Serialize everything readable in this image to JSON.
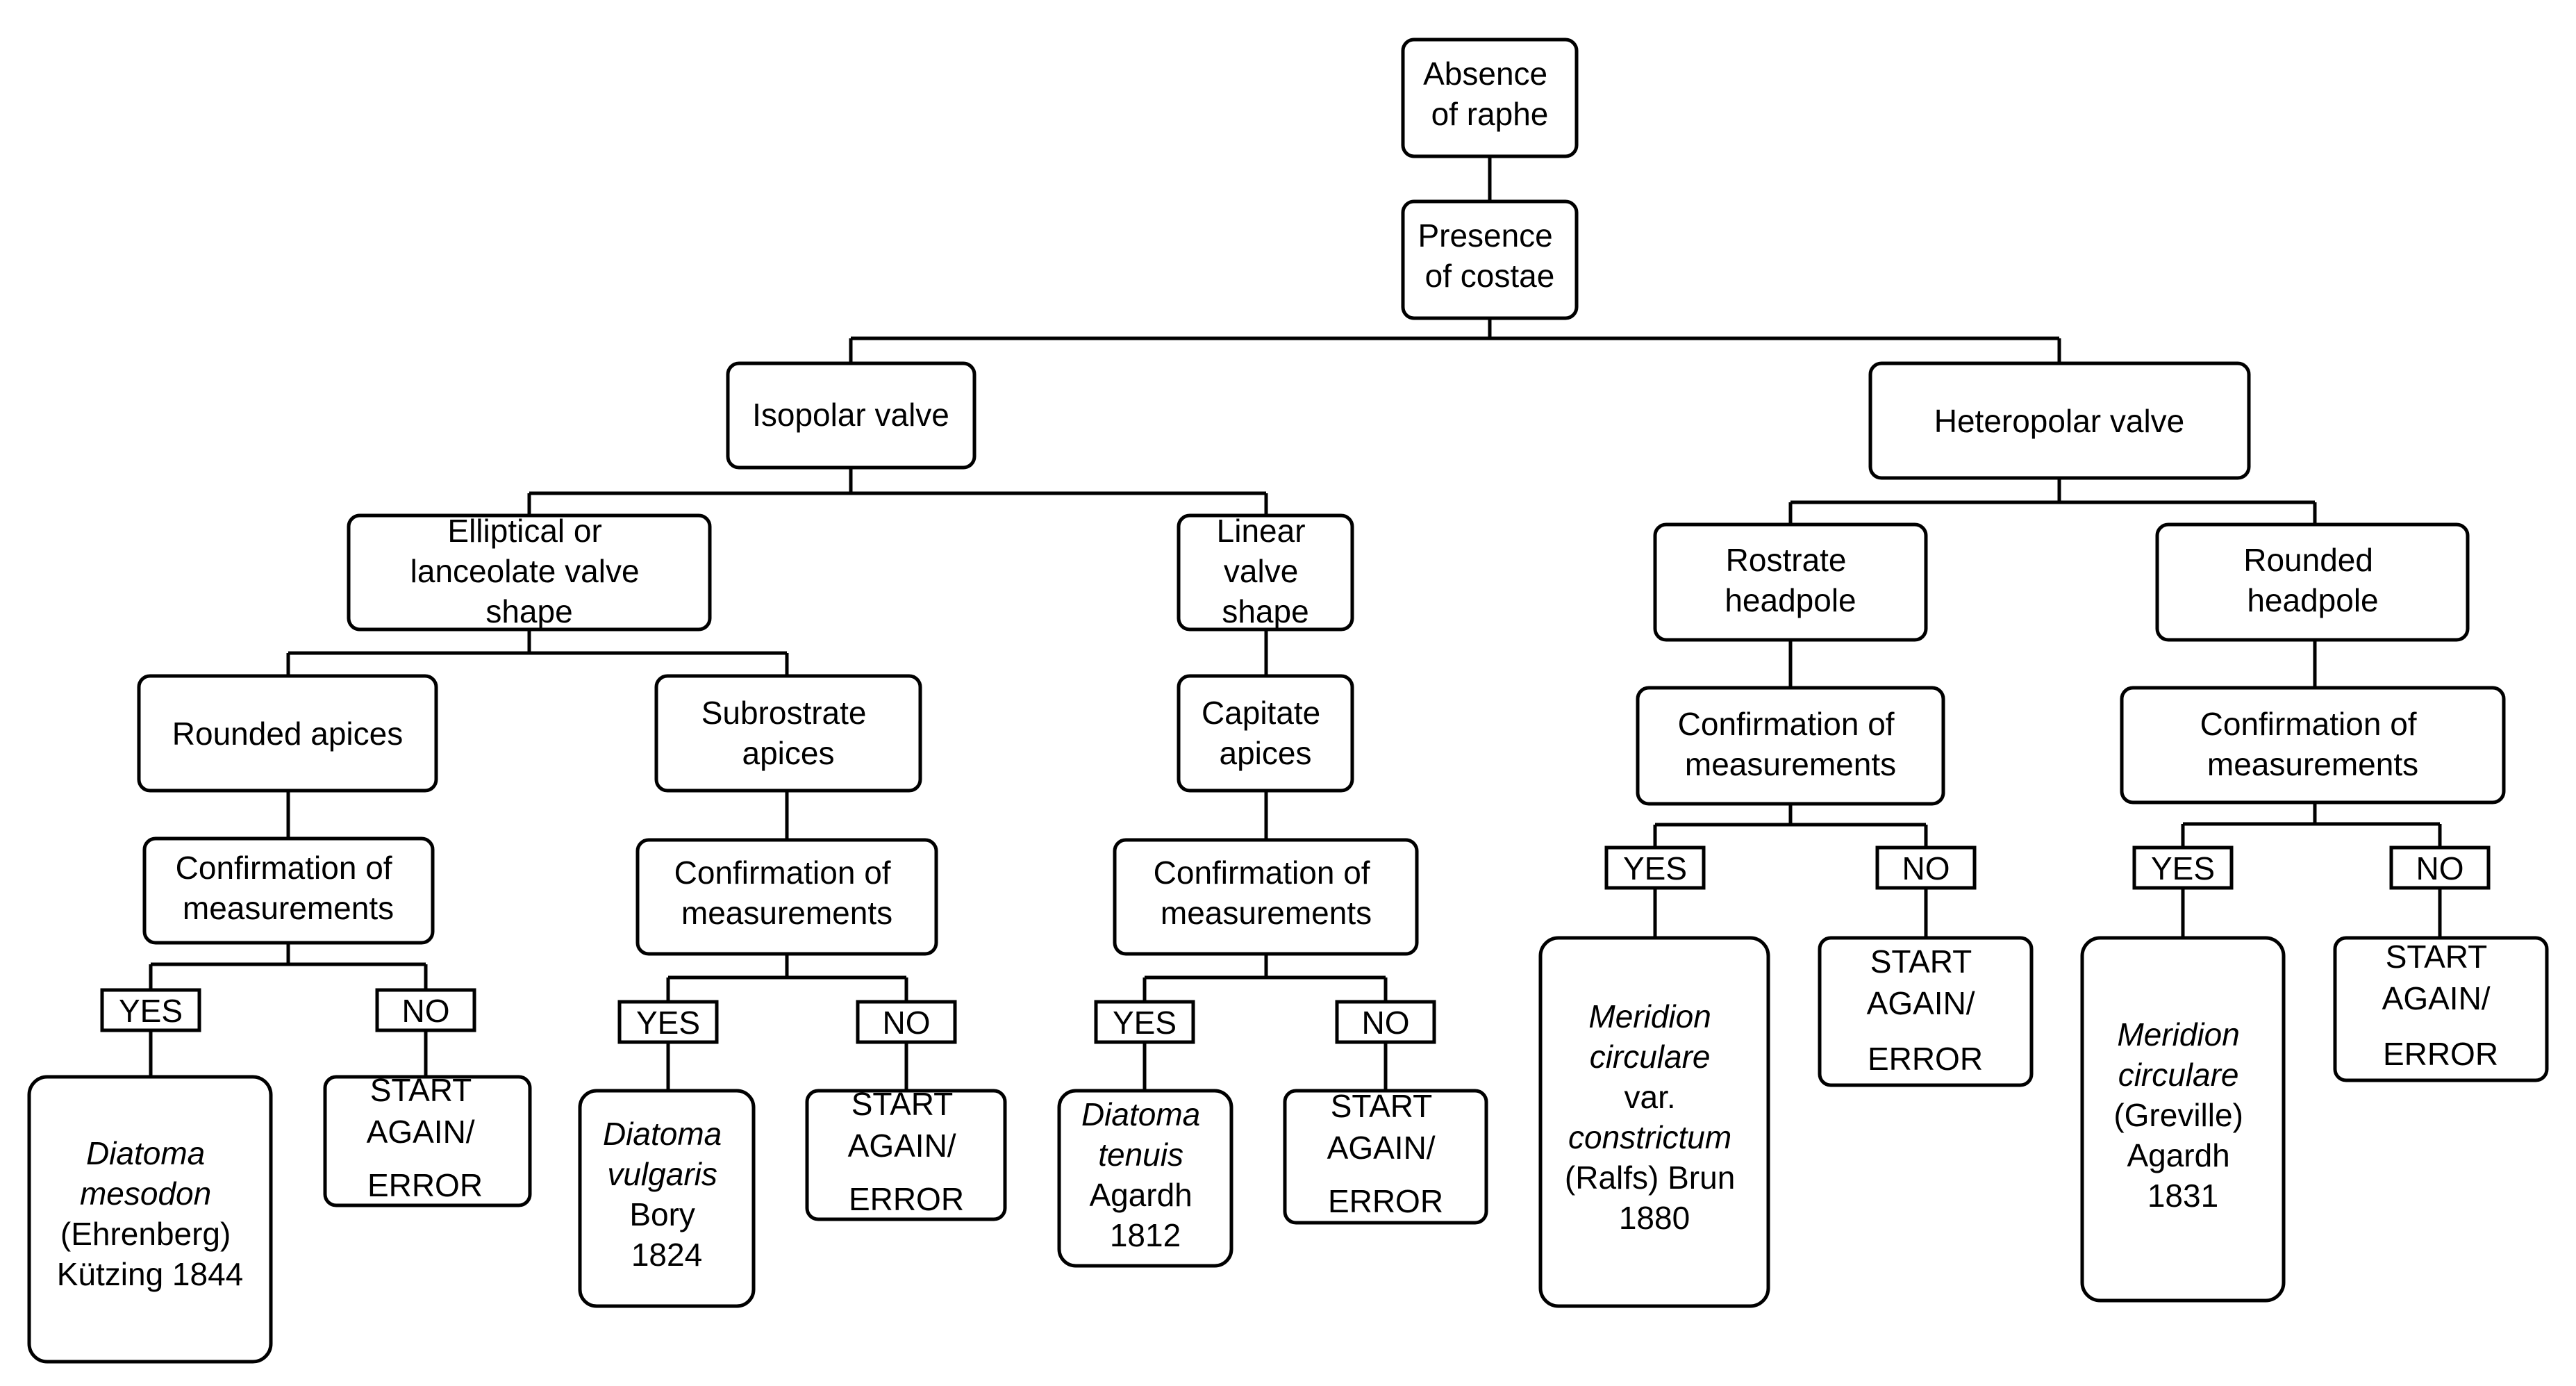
{
  "nodes": {
    "absence_raphe": [
      "Absence",
      "of raphe"
    ],
    "presence_costae": [
      "Presence",
      "of costae"
    ],
    "isopolar": [
      "Isopolar valve"
    ],
    "heteropolar": [
      "Heteropolar valve"
    ],
    "elliptical": [
      "Elliptical or",
      "lanceolate  valve",
      "shape"
    ],
    "linear": [
      "Linear",
      "valve",
      "shape"
    ],
    "rostrate": [
      "Rostrate",
      "headpole"
    ],
    "rounded_headpole": [
      "Rounded",
      "headpole"
    ],
    "rounded_apices": [
      "Rounded apices"
    ],
    "subrostrate": [
      "Subrostrate",
      "apices"
    ],
    "capitate": [
      "Capitate",
      "apices"
    ],
    "confirm_rostrate": [
      "Confirmation of",
      "measurements"
    ],
    "confirm_rounded_hp": [
      "Confirmation of",
      "measurements"
    ],
    "confirm_rounded_ap": [
      "Confirmation of",
      "measurements"
    ],
    "confirm_subrostrate": [
      "Confirmation of",
      "measurements"
    ],
    "confirm_capitate": [
      "Confirmation of",
      "measurements"
    ],
    "yes_label": "YES",
    "no_label": "NO",
    "start_again": [
      "START",
      "AGAIN/",
      "ERROR"
    ],
    "diatoma_mesodon": {
      "genus": "Diatoma",
      "species": "mesodon",
      "author": "(Ehrenberg)",
      "year": "Kützing 1844"
    },
    "diatoma_vulgaris": {
      "genus": "Diatoma",
      "species": "vulgaris",
      "author": "Bory",
      "year": "1824"
    },
    "diatoma_tenuis": {
      "genus": "Diatoma",
      "species": "tenuis",
      "author": "Agardh",
      "year": "1812"
    },
    "meridion_constrictum": {
      "genus": "Meridion",
      "species": "circulare",
      "rank": "var.",
      "variety": "constrictum",
      "author": "(Ralfs) Brun",
      "year": "1880"
    },
    "meridion_circulare": {
      "genus": "Meridion",
      "species": "circulare",
      "author": "(Greville)",
      "name2": "Agardh",
      "year": "1831"
    }
  }
}
